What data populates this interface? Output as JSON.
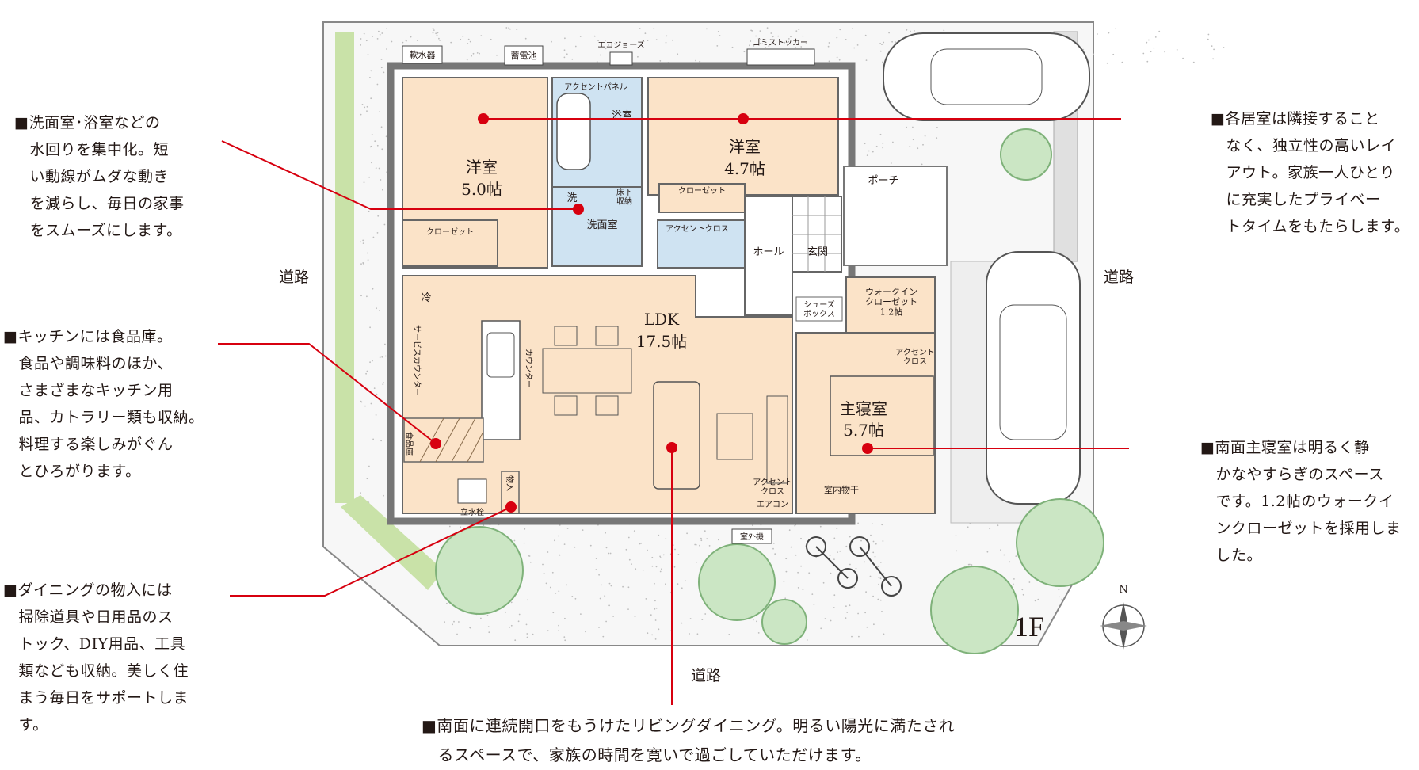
{
  "notes": {
    "water": "■洗面室･浴室などの\n　水回りを集中化。短\n　い動線がムダな動き\n　を減らし、毎日の家事\n　をスムーズにします。",
    "kitchen": "■キッチンには食品庫。\n　食品や調味料のほか、\n　さまざまなキッチン用\n　品、カトラリー類も収納。\n　料理する楽しみがぐん\n　とひろがります。",
    "storage": "■ダイニングの物入には\n　掃除道具や日用品のス\n　トック、DIY用品、工具\n　類なども収納。美しく住\n　まう毎日をサポートしま\n　す。",
    "rooms": "■各居室は隣接すること\n　なく、独立性の高いレイ\n　アウト。家族一人ひとり\n　に充実したプライベー\n　トタイムをもたらします。",
    "master": "■南面主寝室は明るく静\n　かなやすらぎのスペース\n　です。1.2帖のウォークイ\n　ンクローゼットを採用しま\n　した。",
    "ldk": "■南面に連続開口をもうけたリビングダイニング。明るい陽光に満たされ\n　るスペースで、家族の時間を寛いで過ごしていただけます。"
  },
  "roads": {
    "left": "道路",
    "right": "道路",
    "bottom": "道路"
  },
  "floor": "1F",
  "compass": "N",
  "rooms": {
    "western1": "洋室",
    "western1_size": "5.0帖",
    "western2": "洋室",
    "western2_size": "4.7帖",
    "bath": "浴室",
    "washroom": "洗面室",
    "wash": "洗",
    "underfloor": "床下\n収納",
    "hall": "ホール",
    "entrance": "玄関",
    "porch": "ポーチ",
    "ldk": "LDK",
    "ldk_size": "17.5帖",
    "master": "主寝室",
    "master_size": "5.7帖",
    "wic": "ウォークイン\nクローゼット\n1.2帖",
    "closet1": "クローゼット",
    "closet2": "クローゼット",
    "fridge": "冷",
    "service": "サービスカウンター",
    "counter": "カウンター",
    "pantry": "食品庫",
    "storage": "物入",
    "shoebox": "シューズ\nボックス",
    "drying": "室内物干",
    "aircon": "エアコン",
    "accent_cloth1": "アクセントクロス",
    "accent_cloth2": "アクセント\nクロス",
    "accent_cloth3": "アクセント\nクロス",
    "accent_panel": "アクセントパネル"
  },
  "exterior": {
    "water_heater": "軟水器",
    "battery": "蓄電池",
    "ecojoze": "エコジョーズ",
    "garbage": "ゴミストッカー",
    "faucet": "立水栓",
    "outdoor_unit": "室外機"
  },
  "colors": {
    "accent": "#d7000f",
    "room": "#fbe3c8",
    "water": "#cfe3f2",
    "green": "#c9e2a8"
  }
}
